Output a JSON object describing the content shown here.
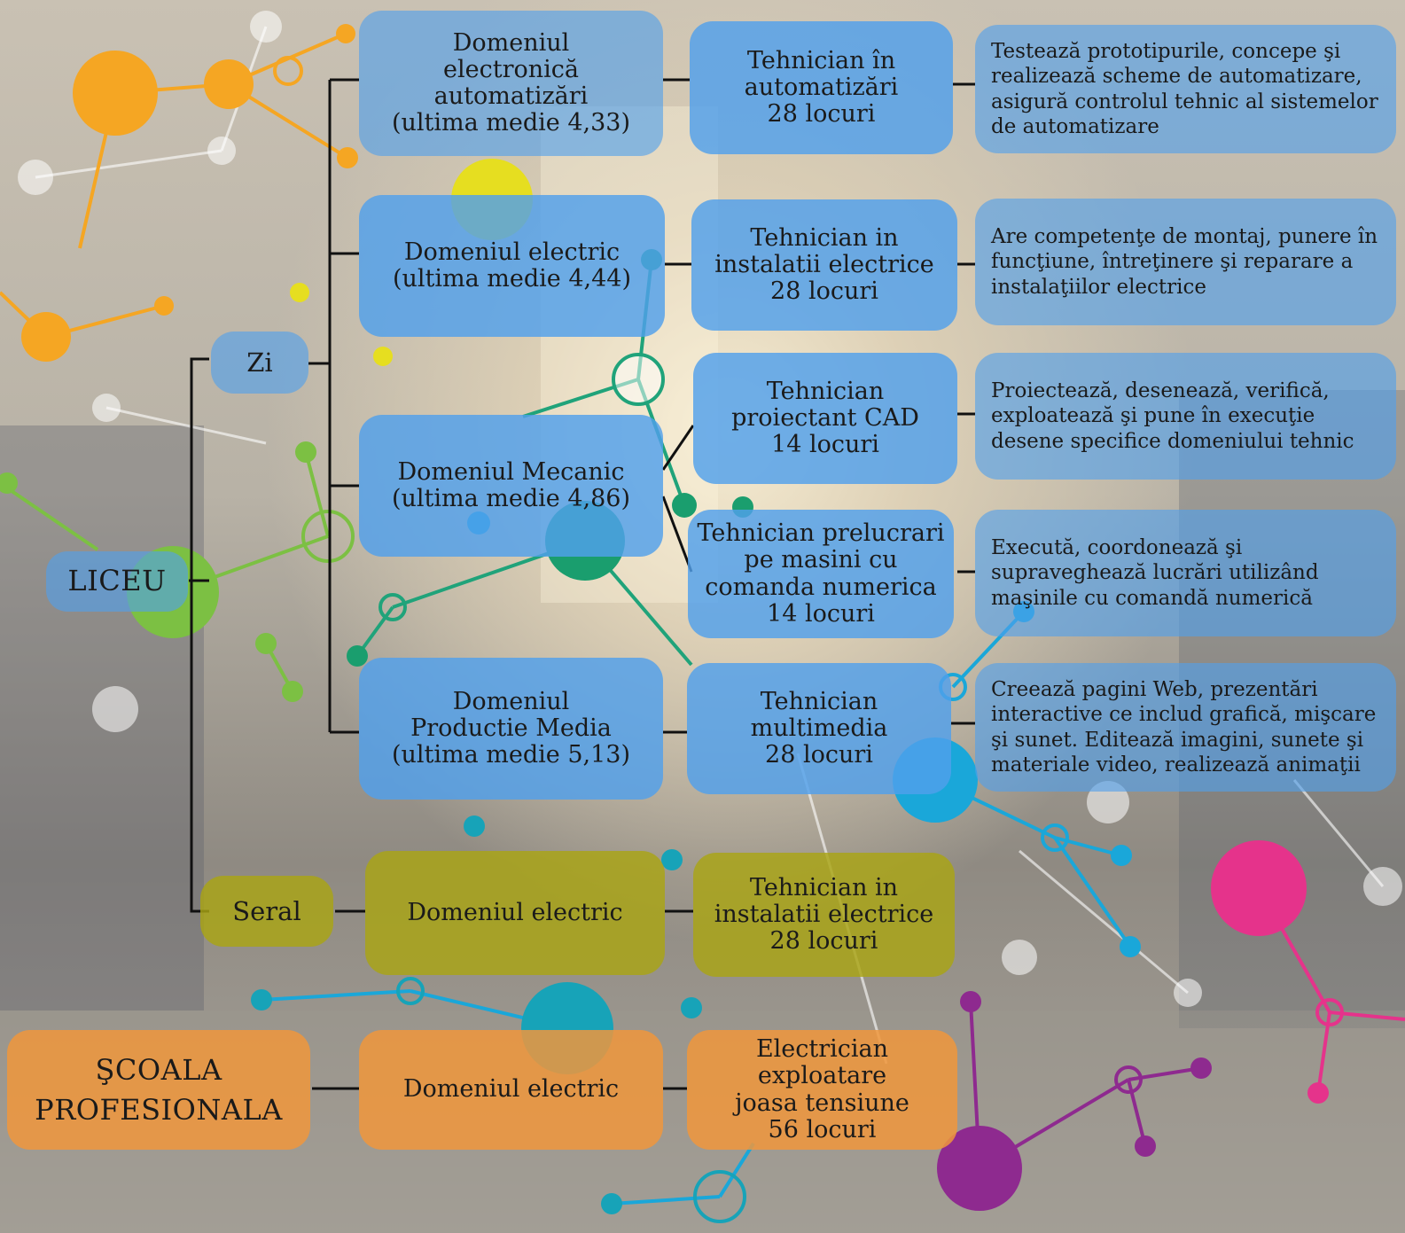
{
  "colors": {
    "blue": "#50a0eb",
    "olive": "#aaa514",
    "orange": "#f0963c"
  },
  "level": {
    "liceu": "LICEU",
    "zi": "Zi",
    "seral": "Seral",
    "scoala": "ŞCOALA\nPROFESIONALA"
  },
  "domains": {
    "electronica": "Domeniul\nelectronică automatizări\n(ultima medie 4,33)",
    "electric_zi": "Domeniul electric\n(ultima medie 4,44)",
    "mecanic": "Domeniul Mecanic\n(ultima medie 4,86)",
    "media": "Domeniul\nProductie Media\n(ultima medie 5,13)",
    "electric_seral": "Domeniul electric",
    "electric_scoala": "Domeniul electric"
  },
  "specializations": {
    "automatizari": "Tehnician în\nautomatizări\n28 locuri",
    "instalatii_zi": "Tehnician in\ninstalatii electrice\n28 locuri",
    "cad": "Tehnician\nproiectant CAD\n14 locuri",
    "cnc": "Tehnician prelucrari\npe masini cu\ncomanda numerica\n14 locuri",
    "multimedia": "Tehnician\nmultimedia\n28 locuri",
    "instalatii_seral": "Tehnician in\ninstalatii electrice\n28 locuri",
    "electrician": "Electrician exploatare\njoasa tensiune\n56 locuri"
  },
  "descriptions": {
    "automatizari": "Testează prototipurile, concepe şi realizează scheme de automatizare, asigură controlul tehnic al sistemelor de automatizare",
    "instalatii": "Are competenţe de montaj, punere în funcţiune, întreţinere şi reparare a instalaţiilor electrice",
    "cad": "Proiectează, desenează, verifică, exploatează şi pune în execuţie desene specifice domeniului tehnic",
    "cnc": "Execută, coordonează şi supraveghează lucrări utilizând maşinile cu comandă numerică",
    "multimedia": "Creează pagini Web, prezentări interactive ce includ grafică, mişcare şi sunet. Editează imagini, sunete şi materiale video, realizează animaţii"
  }
}
